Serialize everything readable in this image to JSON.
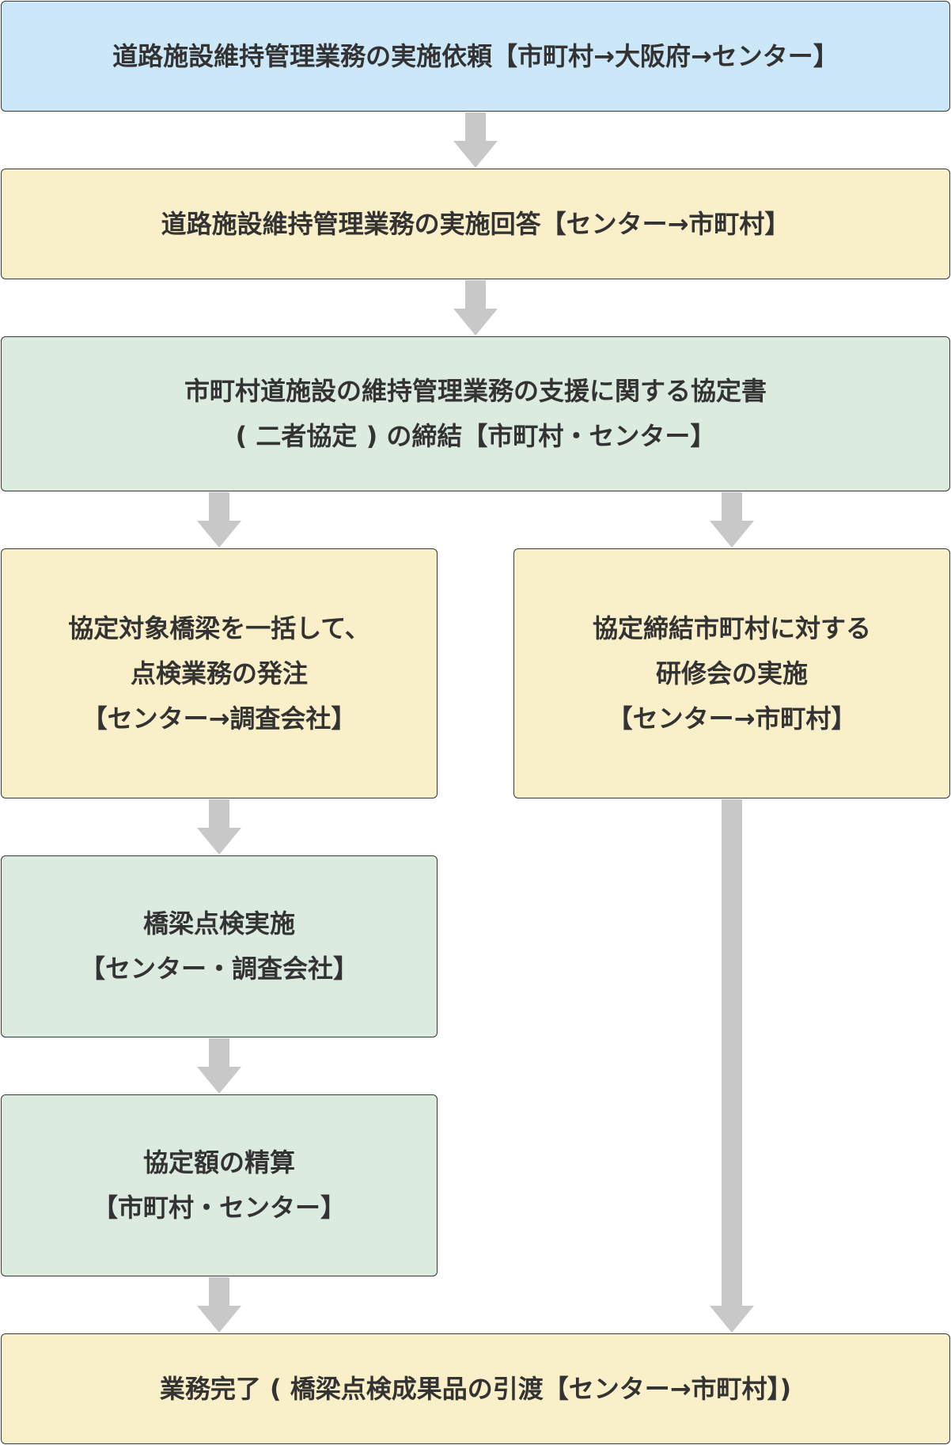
{
  "colors": {
    "blue_box": "#cce8f8",
    "yellow_box": "#f9efc9",
    "green_box": "#dcebdf",
    "arrow": "#c8c8c8",
    "border": "#3a3a3a",
    "text": "#333333"
  },
  "steps": {
    "request": [
      "道路施設維持管理業務の実施依頼【市町村→大阪府→センター】"
    ],
    "answer": [
      "道路施設維持管理業務の実施回答【センター→市町村】"
    ],
    "agreement": [
      "市町村道施設の維持管理業務の支援に関する協定書",
      "( 二者協定 ) の締結【市町村・センター】"
    ],
    "order": [
      "協定対象橋梁を一括して、",
      "点検業務の発注",
      "【センター→調査会社】"
    ],
    "training": [
      "協定締結市町村に対する",
      "研修会の実施",
      "【センター→市町村】"
    ],
    "inspection": [
      "橋梁点検実施",
      "【センター・調査会社】"
    ],
    "settlement": [
      "協定額の精算",
      "【市町村・センター】"
    ],
    "complete": [
      "業務完了 ( 橋梁点検成果品の引渡【センター→市町村】)"
    ]
  }
}
